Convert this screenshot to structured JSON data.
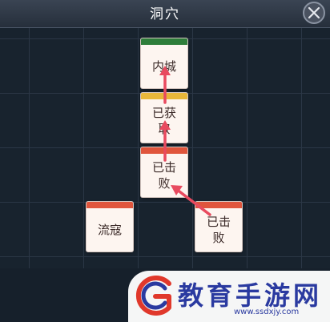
{
  "window": {
    "title": "洞穴",
    "close_icon": "close-icon"
  },
  "map": {
    "nodes": [
      {
        "id": "inner-city",
        "label": "内城",
        "status_color": "#2e7d3a"
      },
      {
        "id": "obtained",
        "label": "已获取",
        "status_color": "#e8b73a"
      },
      {
        "id": "defeated-center",
        "label": "已击败",
        "status_color": "#e0553c"
      },
      {
        "id": "bandit",
        "label": "流寇",
        "status_color": "#e0553c"
      },
      {
        "id": "defeated-right",
        "label": "已击败",
        "status_color": "#e0553c"
      }
    ],
    "path_color": "#e84a5f"
  },
  "watermark": {
    "brand": "教育手游网",
    "url": "www.ssdxjy.com",
    "logo_colors": [
      "#e0382b",
      "#2a3aa0"
    ]
  }
}
